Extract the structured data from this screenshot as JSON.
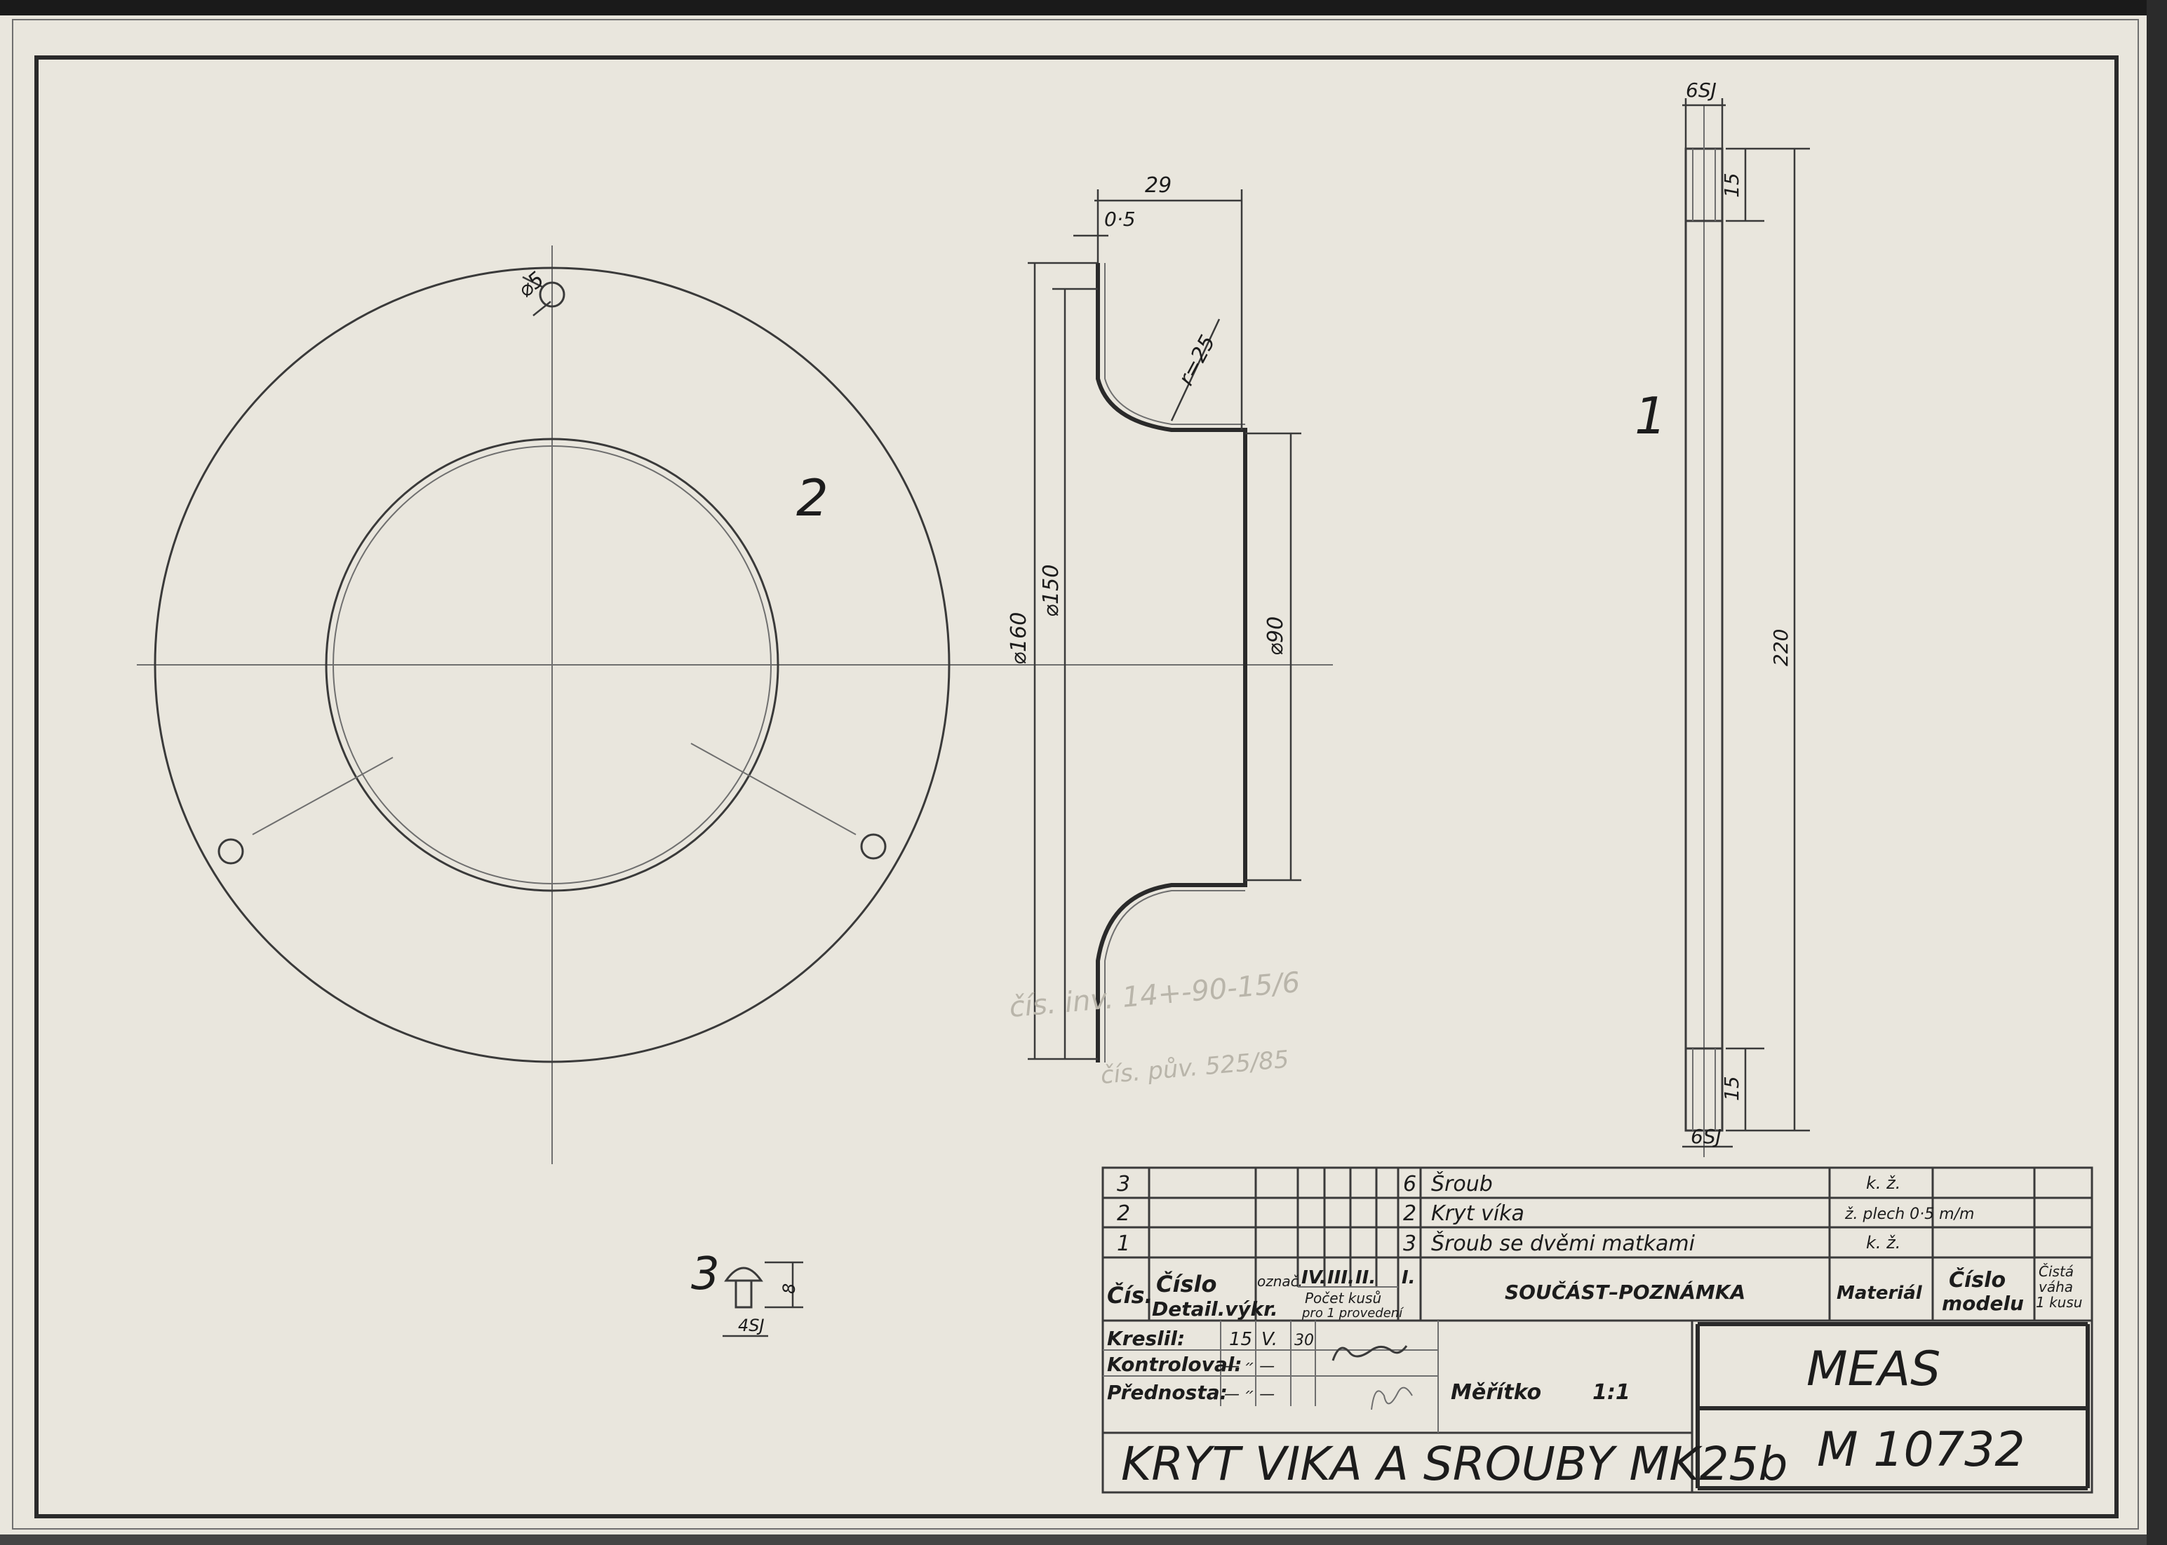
{
  "drawing": {
    "part_numbers": [
      "1",
      "2",
      "3"
    ],
    "dimensions": {
      "hole": "⌀5",
      "width_29": "29",
      "thickness": "0·5",
      "radius": "r=25",
      "dia_160": "⌀160",
      "dia_150": "⌀150",
      "dia_90": "⌀90",
      "screw_thread_top": "6SJ",
      "screw_thread_bottom": "6SJ",
      "screw_end_top": "15",
      "screw_end_bottom": "15",
      "screw_length": "220",
      "small_thread": "4SJ",
      "small_len": "8"
    },
    "stamp_lines": [
      "čís. inv. 14+-90-15/6",
      "čís. pův. 525/85"
    ]
  },
  "parts_list": {
    "rows": [
      {
        "cis": "3",
        "qty": "6",
        "name": "Šroub",
        "material": "k. ž."
      },
      {
        "cis": "2",
        "qty": "2",
        "name": "Kryt víka",
        "material": "ž. plech 0·5 m/m"
      },
      {
        "cis": "1",
        "qty": "3",
        "name": "Šroub se dvěmi   matkami",
        "material": "k. ž."
      }
    ],
    "header": {
      "cis": "Čís.",
      "cislo_detail_1": "Číslo",
      "cislo_detail_2": "Detail.",
      "oznac": "označ.",
      "vykr": "výkr.",
      "col_iv": "IV.",
      "col_iii": "III.",
      "col_ii": "II.",
      "col_i": "I.",
      "pocet_1": "Počet kusů",
      "pocet_2": "pro 1 provedení",
      "soucast": "SOUČÁST–POZNÁMKA",
      "material": "Materiál",
      "cislo_modelu_1": "Číslo",
      "cislo_modelu_2": "modelu",
      "vaha_1": "Čistá",
      "vaha_2": "váha",
      "vaha_3": "1 kusu"
    }
  },
  "title_block": {
    "kreslil_label": "Kreslil:",
    "kreslil_day": "15",
    "kreslil_month": "V.",
    "kreslil_year": "30",
    "kontroloval_label": "Kontroloval:",
    "kontroloval_vals": "— ״ —",
    "prednosta_label": "Přednosta:",
    "prednosta_vals": "— ״ —",
    "meritko_label": "Měřítko",
    "meritko_value": "1:1",
    "company": "MEAS",
    "drawing_number": "M 10732",
    "title": "KRYT VIKA A SROUBY MK25b"
  }
}
